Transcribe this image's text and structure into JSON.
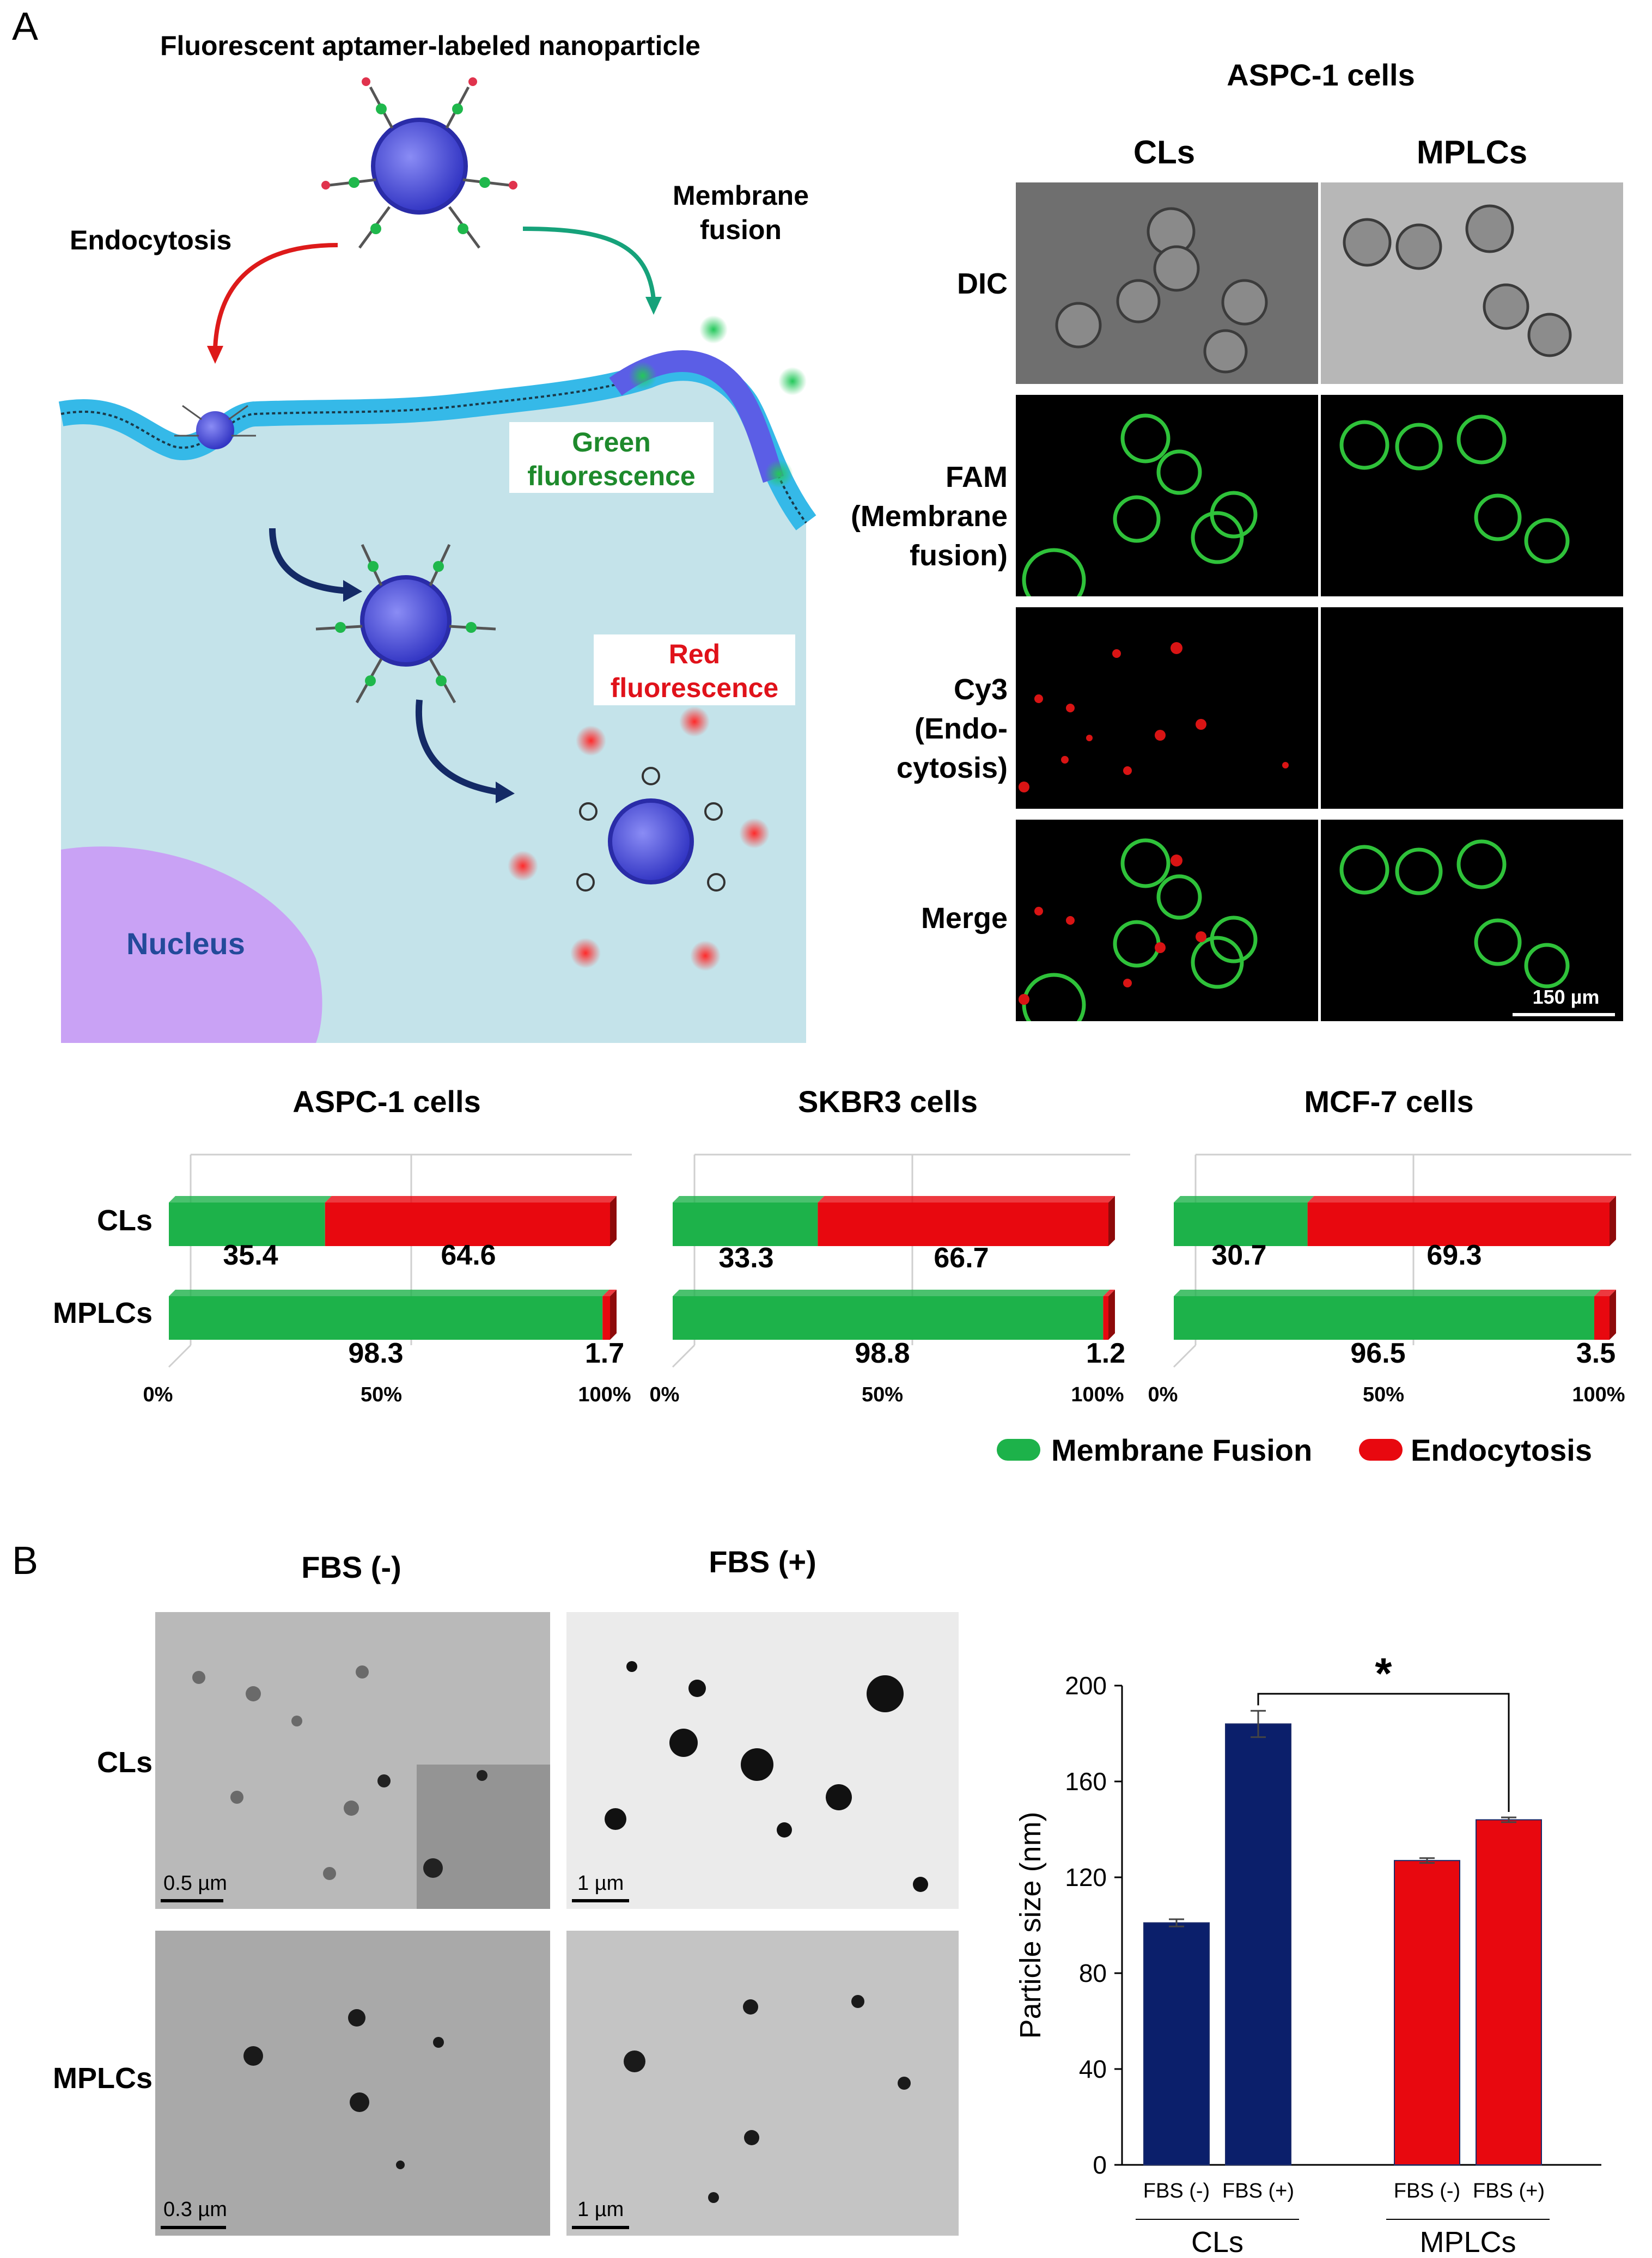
{
  "figure": {
    "panel_a_letter": "A",
    "panel_b_letter": "B"
  },
  "schematic": {
    "title": "Fluorescent aptamer-labeled nanoparticle",
    "endocytosis_label": "Endocytosis",
    "membrane_fusion_label_1": "Membrane",
    "membrane_fusion_label_2": "fusion",
    "green_fluorescence_1": "Green",
    "green_fluorescence_2": "fluorescence",
    "red_fluorescence_1": "Red",
    "red_fluorescence_2": "fluorescence",
    "nucleus_label": "Nucleus",
    "colors": {
      "cytoplasm": "#c4e3ea",
      "membrane": "#35b9e8",
      "nucleus": "#c9a2f5",
      "nanoparticle": "#4b4ed6",
      "endocytosis_arrow": "#dd1a1a",
      "fusion_arrow": "#16a27a",
      "internal_arrow": "#142a66"
    }
  },
  "micrographs": {
    "title": "ASPC-1 cells",
    "col_cls": "CLs",
    "col_mplcs": "MPLCs",
    "row_dic": "DIC",
    "row_fam_1": "FAM",
    "row_fam_2": "(Membrane",
    "row_fam_3": "fusion)",
    "row_cy3_1": "Cy3",
    "row_cy3_2": "(Endo-",
    "row_cy3_3": "cytosis)",
    "row_merge": "Merge",
    "scale_bar": "150 µm"
  },
  "uptake": {
    "row_cls": "CLs",
    "row_mplcs": "MPLCs",
    "axis_ticks": [
      "0%",
      "50%",
      "100%"
    ],
    "legend_fusion": "Membrane Fusion",
    "legend_endocytosis": "Endocytosis",
    "colors": {
      "fusion": "#1db24a",
      "endocytosis": "#e8080f"
    },
    "charts": [
      {
        "title": "ASPC-1 cells",
        "cls": [
          "35.4",
          "64.6"
        ],
        "mplcs": [
          "98.3",
          "1.7"
        ]
      },
      {
        "title": "SKBR3 cells",
        "cls": [
          "33.3",
          "66.7"
        ],
        "mplcs": [
          "98.8",
          "1.2"
        ]
      },
      {
        "title": "MCF-7 cells",
        "cls": [
          "30.7",
          "69.3"
        ],
        "mplcs": [
          "96.5",
          "3.5"
        ]
      }
    ]
  },
  "tem": {
    "col_fbs_neg": "FBS (-)",
    "col_fbs_pos": "FBS (+)",
    "row_cls": "CLs",
    "row_mplcs": "MPLCs",
    "scale_1": "0.5 µm",
    "scale_2": "1 µm",
    "scale_3": "0.3 µm",
    "scale_4": "1 µm"
  },
  "chart_data": [
    {
      "type": "bar",
      "title": "",
      "orientation": "horizontal-stacked",
      "panel": "ASPC-1 cells",
      "categories": [
        "CLs",
        "MPLCs"
      ],
      "series": [
        {
          "name": "Membrane Fusion",
          "values": [
            35.4,
            98.3
          ]
        },
        {
          "name": "Endocytosis",
          "values": [
            64.6,
            1.7
          ]
        }
      ],
      "xlim": [
        0,
        100
      ]
    },
    {
      "type": "bar",
      "title": "",
      "orientation": "horizontal-stacked",
      "panel": "SKBR3 cells",
      "categories": [
        "CLs",
        "MPLCs"
      ],
      "series": [
        {
          "name": "Membrane Fusion",
          "values": [
            33.3,
            98.8
          ]
        },
        {
          "name": "Endocytosis",
          "values": [
            66.7,
            1.2
          ]
        }
      ],
      "xlim": [
        0,
        100
      ]
    },
    {
      "type": "bar",
      "title": "",
      "orientation": "horizontal-stacked",
      "panel": "MCF-7 cells",
      "categories": [
        "CLs",
        "MPLCs"
      ],
      "series": [
        {
          "name": "Membrane Fusion",
          "values": [
            30.7,
            96.5
          ]
        },
        {
          "name": "Endocytosis",
          "values": [
            69.3,
            3.5
          ]
        }
      ],
      "xlim": [
        0,
        100
      ]
    },
    {
      "type": "bar",
      "title": "",
      "ylabel": "Particle size (nm)",
      "ylim": [
        0,
        200
      ],
      "yticks": [
        "0",
        "40",
        "80",
        "120",
        "160",
        "200"
      ],
      "groups": [
        "CLs",
        "MPLCs"
      ],
      "categories": [
        "FBS (-)",
        "FBS (+)",
        "FBS (-)",
        "FBS (+)"
      ],
      "values": [
        101,
        184,
        127,
        144
      ],
      "errors": [
        1.5,
        5.5,
        1,
        1
      ],
      "colors": [
        "#0b1f6b",
        "#0b1f6b",
        "#e8080f",
        "#e8080f"
      ],
      "significance": "*"
    }
  ]
}
